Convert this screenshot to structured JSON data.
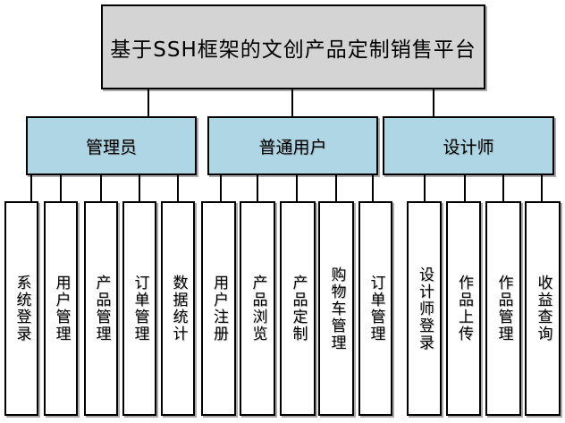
{
  "diagram": {
    "title": "基于SSH框架的文创产品定制销售平台",
    "colors": {
      "root_fill": "#d4d4d4",
      "branch_fill": "#aed6e4",
      "leaf_fill": "#ffffff",
      "border": "#000000",
      "shadow": "#aaaaaa"
    },
    "branches": [
      {
        "label": "管理员",
        "children": [
          "系统登录",
          "用户管理",
          "产品管理",
          "订单管理",
          "数据统计"
        ]
      },
      {
        "label": "普通用户",
        "children": [
          "用户注册",
          "产品浏览",
          "产品定制",
          "购物车管理",
          "订单管理"
        ]
      },
      {
        "label": "设计师",
        "children": [
          "设计师登录",
          "作品上传",
          "作品管理",
          "收益查询"
        ]
      }
    ]
  }
}
